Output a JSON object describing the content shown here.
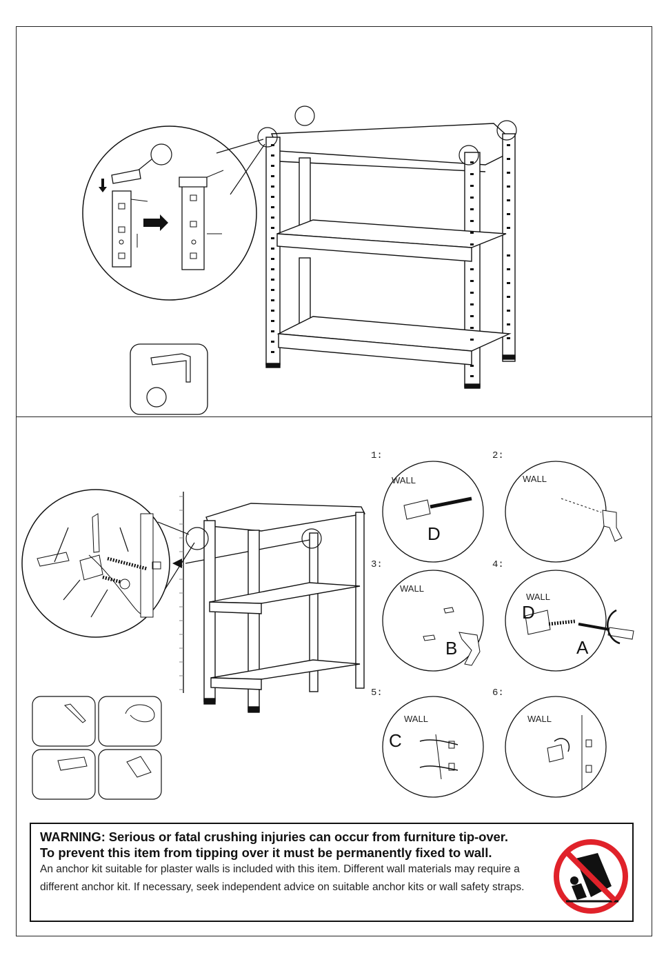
{
  "steps": {
    "s1": "1:",
    "s2": "2:",
    "s3": "3:",
    "s4": "4:",
    "s5": "5:",
    "s6": "6:"
  },
  "labels": {
    "wall": "WALL",
    "part_a": "A",
    "part_b": "B",
    "part_c": "C",
    "part_d": "D"
  },
  "warning": {
    "title": "WARNING: Serious or fatal crushing injuries can occur from furniture tip-over.",
    "subtitle": "To prevent this item from tipping over it must be permanently fixed to wall.",
    "body": "An anchor kit suitable for plaster walls is included with this item. Different wall materials may require a different anchor kit. If necessary, seek independent advice on suitable anchor kits or wall safety straps."
  },
  "colors": {
    "prohibition": "#e0222a",
    "line": "#111111"
  },
  "icons": {
    "no_tip": "no-tip-over-icon",
    "hammer": "hammer-icon",
    "drill": "drill-icon",
    "screwdriver": "screwdriver-icon",
    "rotate": "rotate-arrow-icon"
  }
}
